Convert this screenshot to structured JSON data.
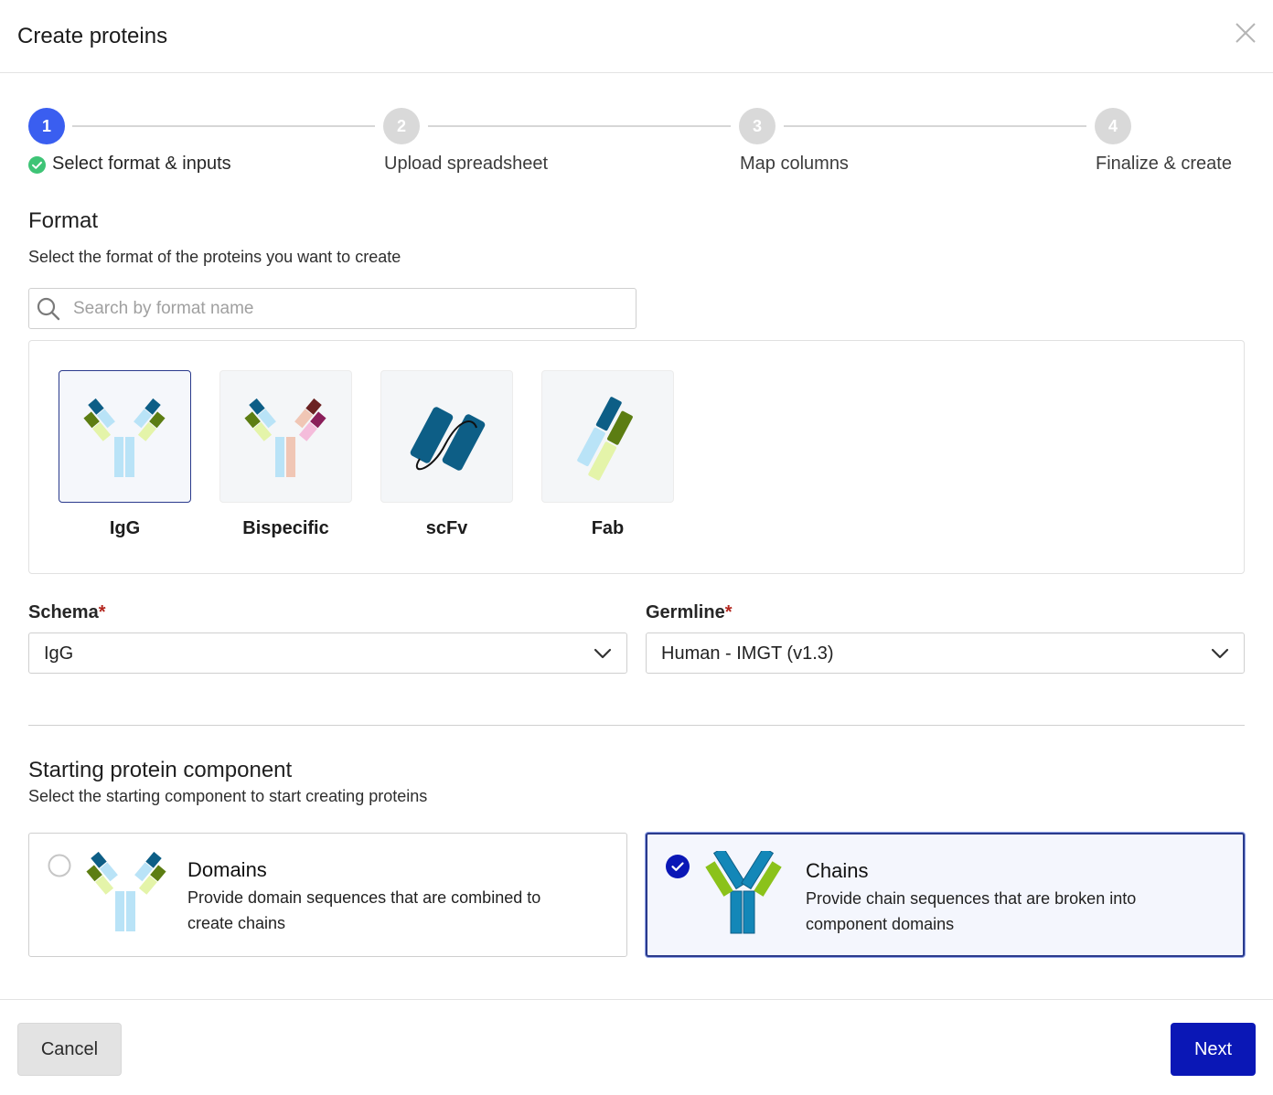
{
  "dialog": {
    "title": "Create proteins"
  },
  "icons": {
    "close": "close-icon",
    "search": "search-icon",
    "step_check": "check-circle-icon",
    "chevron": "chevron-down-icon",
    "radio_checked": "check-circle-icon",
    "radio_unchecked": "radio-empty-icon"
  },
  "colors": {
    "primary": "#0a17b6",
    "step_active": "#3a5ef0",
    "step_inactive": "#d9d9d9",
    "step_done_check": "#3ec476",
    "required": "#b3261e"
  },
  "stepper": {
    "steps": [
      {
        "number": "1",
        "label": "Select format & inputs",
        "state": "active"
      },
      {
        "number": "2",
        "label": "Upload spreadsheet",
        "state": "inactive"
      },
      {
        "number": "3",
        "label": "Map columns",
        "state": "inactive"
      },
      {
        "number": "4",
        "label": "Finalize & create",
        "state": "inactive"
      }
    ]
  },
  "format": {
    "title": "Format",
    "subtitle": "Select the format of the proteins you want to create",
    "search_placeholder": "Search by format name",
    "search_value": "",
    "options": [
      {
        "label": "IgG",
        "selected": true
      },
      {
        "label": "Bispecific",
        "selected": false
      },
      {
        "label": "scFv",
        "selected": false
      },
      {
        "label": "Fab",
        "selected": false
      }
    ]
  },
  "schema": {
    "label": "Schema",
    "required_mark": "*",
    "value": "IgG"
  },
  "germline": {
    "label": "Germline",
    "required_mark": "*",
    "value": "Human - IMGT (v1.3)"
  },
  "component": {
    "title": "Starting protein component",
    "subtitle": "Select the starting component to start creating proteins",
    "options": [
      {
        "title": "Domains",
        "description": "Provide domain sequences that are combined to create chains",
        "selected": false
      },
      {
        "title": "Chains",
        "description": "Provide chain sequences that are broken into component domains",
        "selected": true
      }
    ]
  },
  "footer": {
    "cancel_label": "Cancel",
    "next_label": "Next"
  }
}
